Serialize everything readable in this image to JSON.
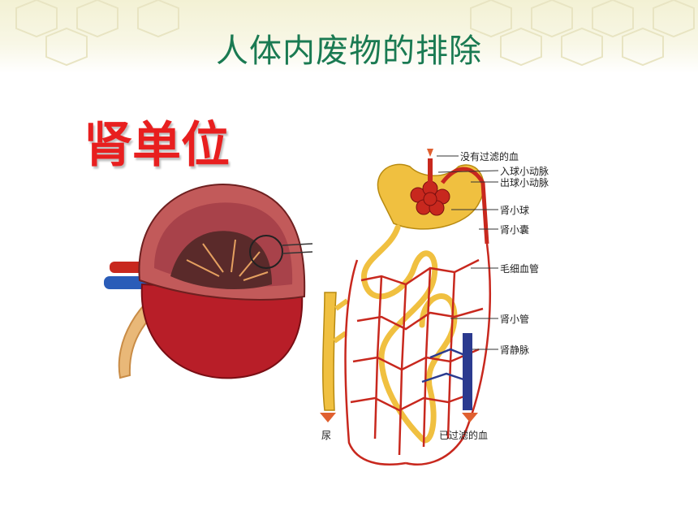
{
  "slide": {
    "title": "人体内废物的排除",
    "heading": "肾单位"
  },
  "labels": {
    "unfiltered_blood": "没有过滤的血",
    "afferent_arteriole": "入球小动脉",
    "efferent_arteriole": "出球小动脉",
    "glomerulus": "肾小球",
    "bowman_capsule": "肾小囊",
    "capillary": "毛细血管",
    "renal_tubule": "肾小管",
    "renal_vein": "肾静脉",
    "urine": "尿",
    "filtered_blood": "已过滤的血"
  },
  "colors": {
    "title": "#1a7a52",
    "heading": "#e81f1f",
    "artery": "#c8281e",
    "vein": "#2b3a8f",
    "tubule": "#f0c040"
  }
}
